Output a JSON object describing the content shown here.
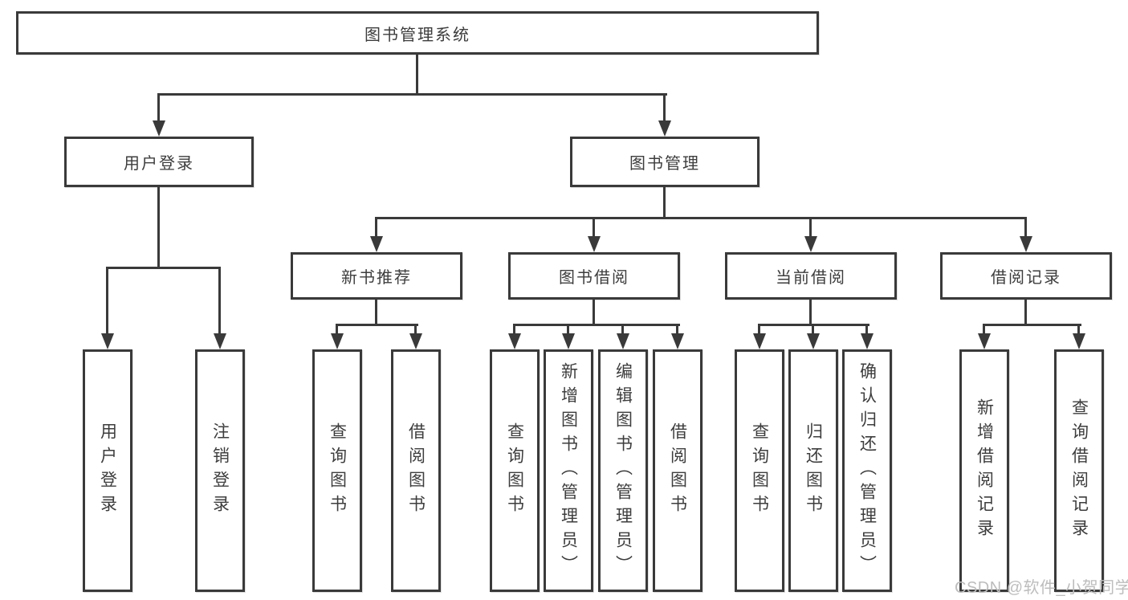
{
  "diagram": {
    "type": "hierarchy-flowchart",
    "root": {
      "label": "图书管理系统"
    },
    "branches": [
      {
        "label": "用户登录"
      },
      {
        "label": "图书管理"
      }
    ],
    "modules": [
      {
        "label": "新书推荐",
        "parent": "图书管理"
      },
      {
        "label": "图书借阅",
        "parent": "图书管理"
      },
      {
        "label": "当前借阅",
        "parent": "图书管理"
      },
      {
        "label": "借阅记录",
        "parent": "图书管理"
      }
    ],
    "leaves": [
      {
        "label": "用户登录",
        "parent": "用户登录"
      },
      {
        "label": "注销登录",
        "parent": "用户登录"
      },
      {
        "label": "查询图书",
        "parent": "新书推荐"
      },
      {
        "label": "借阅图书",
        "parent": "新书推荐"
      },
      {
        "label": "查询图书",
        "parent": "图书借阅"
      },
      {
        "label": "新增图书（管理员）",
        "parent": "图书借阅"
      },
      {
        "label": "编辑图书（管理员）",
        "parent": "图书借阅"
      },
      {
        "label": "借阅图书",
        "parent": "图书借阅"
      },
      {
        "label": "查询图书",
        "parent": "当前借阅"
      },
      {
        "label": "归还图书",
        "parent": "当前借阅"
      },
      {
        "label": "确认归还（管理员）",
        "parent": "当前借阅"
      },
      {
        "label": "新增借阅记录",
        "parent": "借阅记录"
      },
      {
        "label": "查询借阅记录",
        "parent": "借阅记录"
      }
    ]
  },
  "watermark": {
    "text": "CSDN @软件_小贺同学"
  },
  "colors": {
    "line": "#3a3a3a",
    "box_border": "#3a3a3a",
    "text": "#3d3d3d",
    "watermark": "#bdbdbd",
    "background": "#ffffff"
  }
}
